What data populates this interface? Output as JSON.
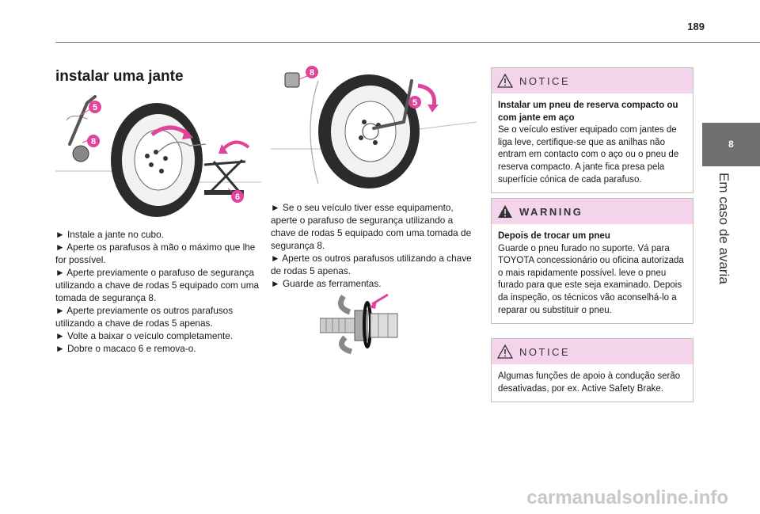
{
  "page_number": "189",
  "side_tab": {
    "number": "8",
    "title": "Em caso de avaria"
  },
  "section_title": "instalar uma jante",
  "callouts": {
    "c5": "5",
    "c8": "8",
    "c6": "6"
  },
  "left_steps": [
    "► Instale a jante no cubo.",
    "► Aperte os parafusos à mão o máximo que lhe for possível.",
    "► Aperte previamente o parafuso de segurança utilizando a chave de rodas 5 equipado com uma tomada de segurança 8.",
    "► Aperte previamente os outros parafusos utilizando a chave de rodas 5 apenas.",
    "► Volte a baixar o veículo completamente.",
    "► Dobre o macaco 6 e remova-o."
  ],
  "middle_steps": [
    "► Se o seu veículo tiver esse equipamento, aperte o parafuso de segurança utilizando a chave de rodas 5 equipado com uma tomada de segurança 8.",
    "► Aperte os outros parafusos utilizando a chave de rodas 5 apenas.",
    "► Guarde as ferramentas."
  ],
  "notice1": {
    "label": "NOTICE",
    "heading": "Instalar um pneu de reserva compacto ou com jante em aço",
    "text": "Se o veículo estiver equipado com jantes de liga leve, certifique-se que as anilhas não entram em contacto com o aço ou o pneu de reserva compacto. A jante fica presa pela superfície cónica de cada parafuso."
  },
  "warning": {
    "label": "WARNING",
    "heading": "Depois de trocar um pneu",
    "text": "Guarde o pneu furado no suporte. Vá para TOYOTA concessionário ou oficina autorizada o mais rapidamente possível. leve o pneu furado para que este seja examinado. Depois da inspeção, os técnicos vão aconselhá-lo a reparar ou substituir o pneu."
  },
  "notice2": {
    "label": "NOTICE",
    "text": "Algumas funções de apoio à condução serão desativadas, por ex. Active Safety Brake."
  },
  "watermark": "carmanualsonline.info",
  "colors": {
    "accent": "#e0449a",
    "box_header": "#f3d4ea",
    "tab": "#707070"
  }
}
